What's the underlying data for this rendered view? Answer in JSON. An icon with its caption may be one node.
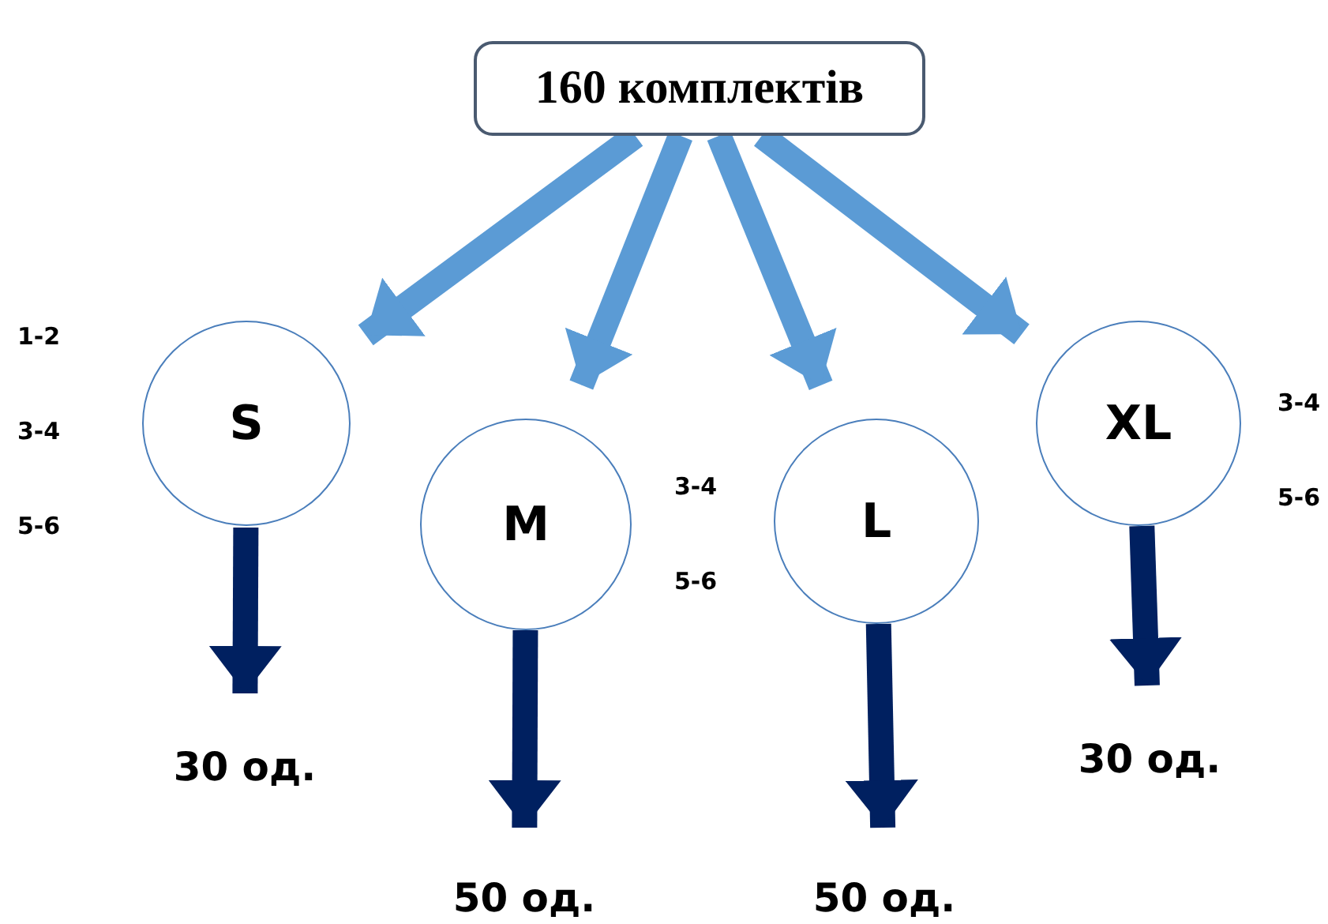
{
  "diagram": {
    "nodes": [
      {
        "text": [
          "160 комплектів"
        ]
      },
      {
        "text": [
          "S"
        ],
        "beside": [
          "1-2",
          "3-4",
          "5-6"
        ]
      },
      {
        "text": [
          "M"
        ],
        "beside": [
          "3-4",
          "5-6"
        ]
      },
      {
        "text": [
          "L"
        ]
      },
      {
        "text": [
          "XL"
        ],
        "beside": [
          "3-4",
          "5-6"
        ]
      },
      {
        "text": [
          "30 од."
        ]
      },
      {
        "text": [
          "50 од."
        ]
      },
      {
        "text": [
          "50 од."
        ]
      },
      {
        "text": [
          "30 од."
        ]
      }
    ],
    "edges": [
      {
        "from": 0,
        "to": 1,
        "arrow": "to",
        "color": "#5b9bd5"
      },
      {
        "from": 0,
        "to": 2,
        "arrow": "to",
        "color": "#5b9bd5"
      },
      {
        "from": 0,
        "to": 3,
        "arrow": "to",
        "color": "#5b9bd5"
      },
      {
        "from": 0,
        "to": 4,
        "arrow": "to",
        "color": "#5b9bd5"
      },
      {
        "from": 1,
        "to": 5,
        "arrow": "to",
        "color": "#002060"
      },
      {
        "from": 2,
        "to": 6,
        "arrow": "to",
        "color": "#002060"
      },
      {
        "from": 3,
        "to": 7,
        "arrow": "to",
        "color": "#002060"
      },
      {
        "from": 4,
        "to": 8,
        "arrow": "to",
        "color": "#002060"
      }
    ]
  }
}
